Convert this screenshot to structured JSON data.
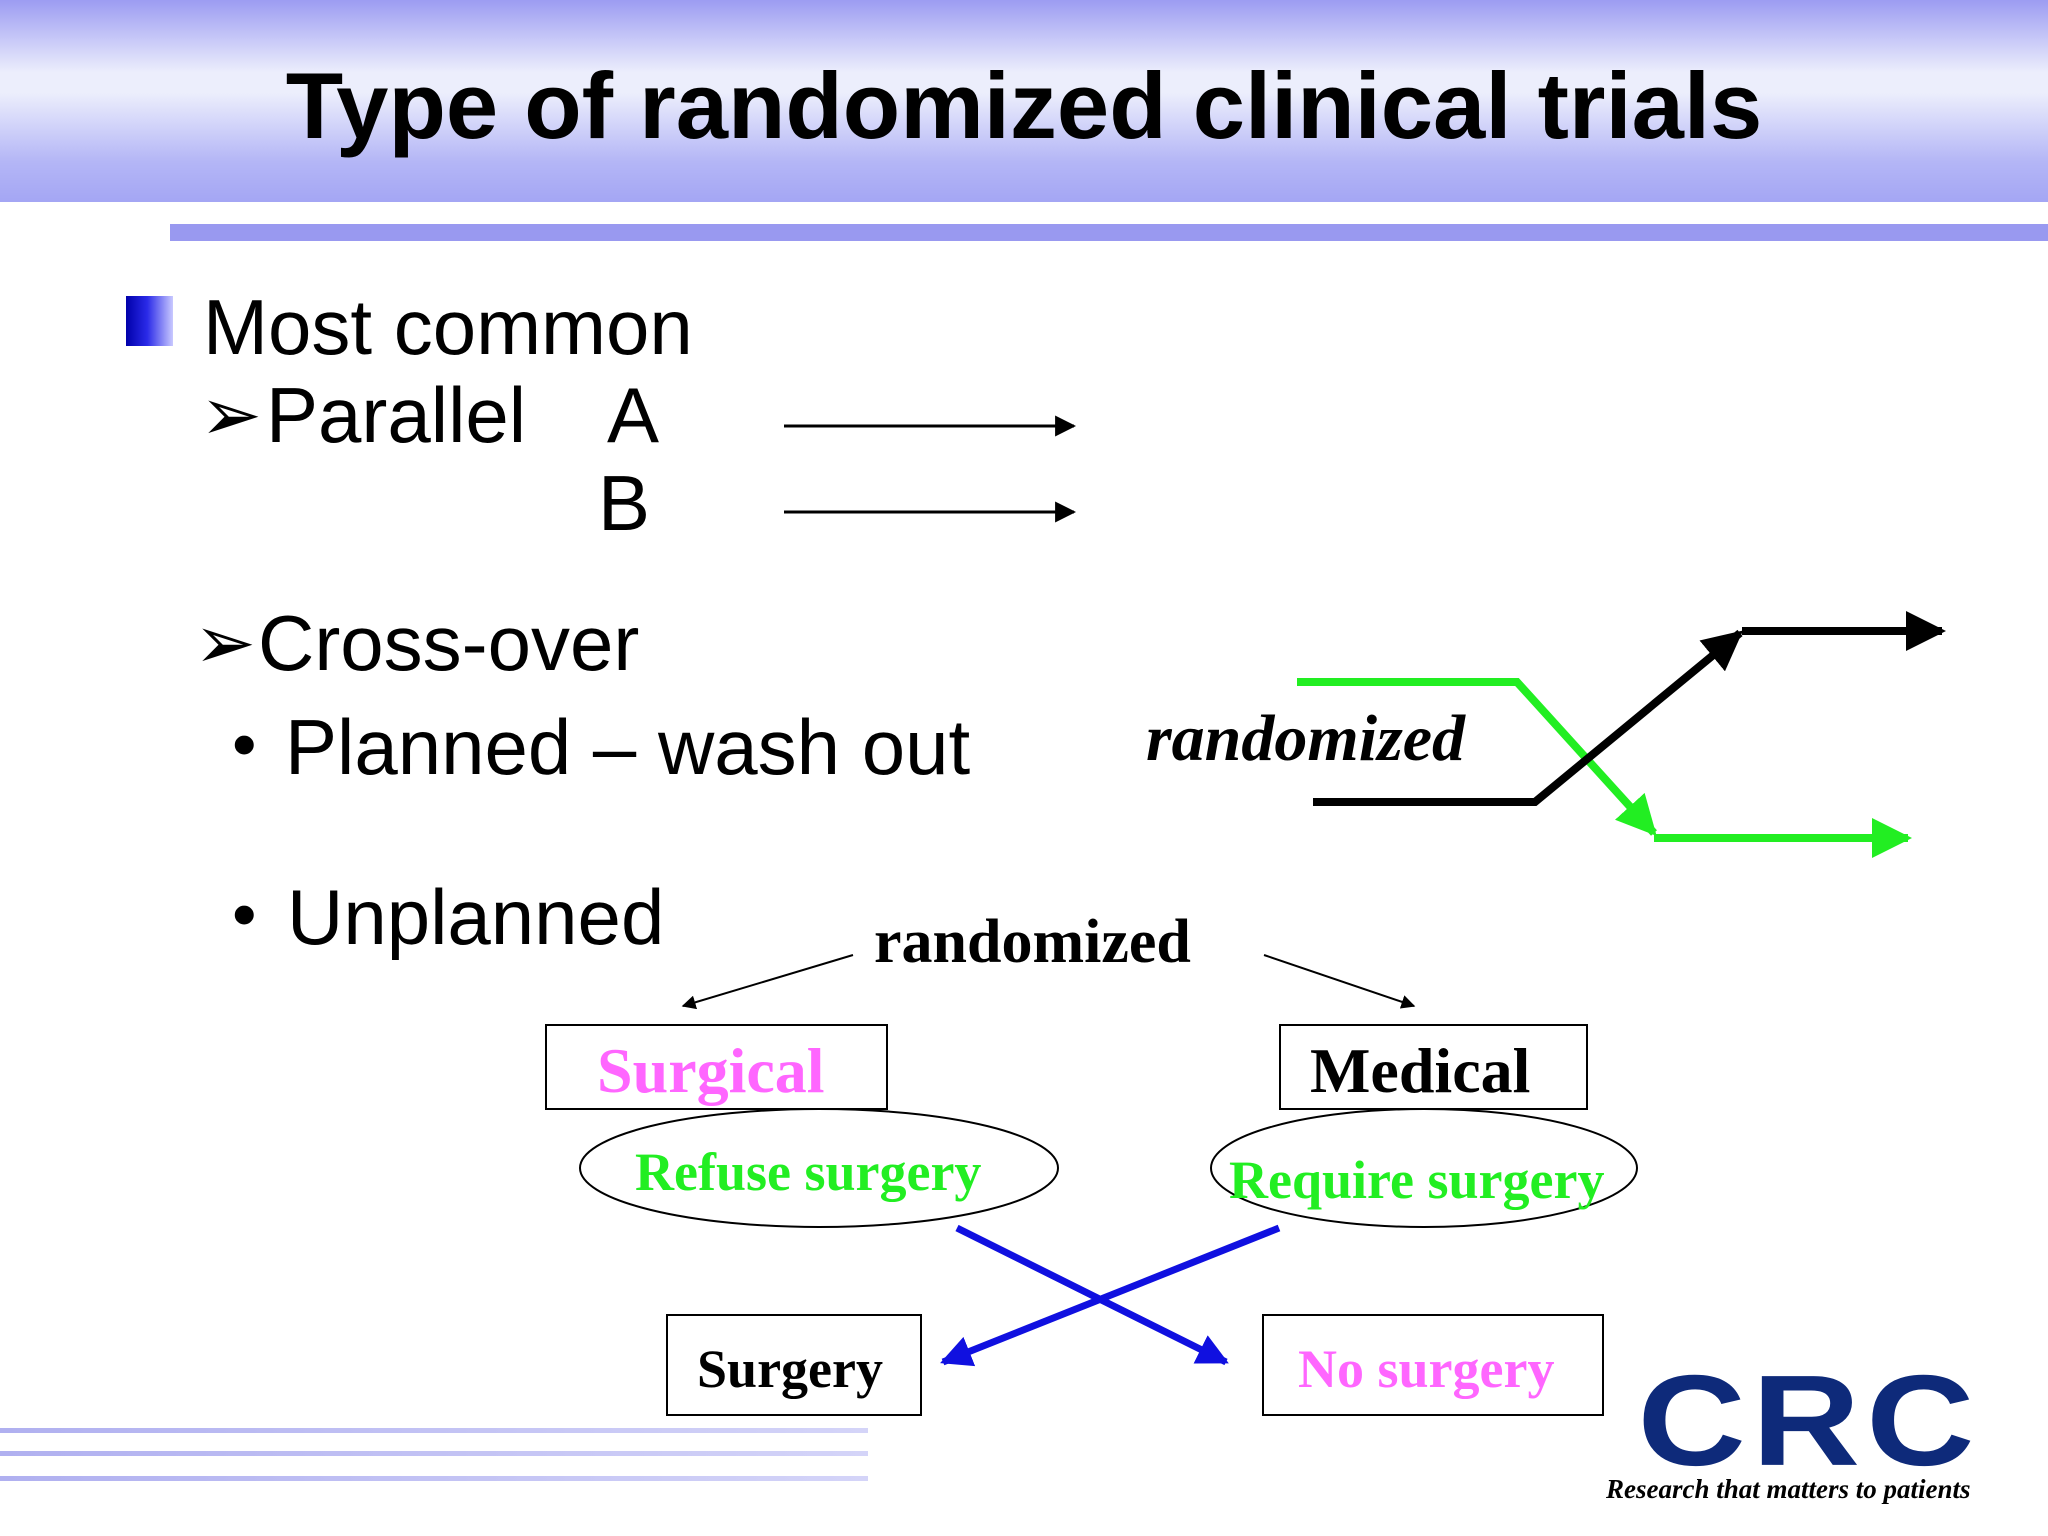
{
  "title": "Type of randomized clinical trials",
  "bullets": {
    "most_common": "Most common",
    "parallel": "Parallel",
    "arrow_glyph": "➢",
    "arm_a": "A",
    "arm_b": "B",
    "cross_over": "Cross-over",
    "dot": "•",
    "planned": "Planned – wash out",
    "unplanned": "Unplanned"
  },
  "diagram": {
    "crossover_label": "randomized",
    "unplanned_label": "randomized",
    "surgical": "Surgical",
    "medical": "Medical",
    "refuse_surgery": "Refuse surgery",
    "require_surgery": "Require surgery",
    "surgery": "Surgery",
    "no_surgery": "No surgery"
  },
  "logo": {
    "text": "CRC",
    "tagline": "Research that matters to patients"
  },
  "colors": {
    "header_accent": "#9999f0",
    "green": "#22ee22",
    "pink": "#ff66ff",
    "blue": "#1010e0",
    "logo_blue": "#0e2a7a"
  }
}
